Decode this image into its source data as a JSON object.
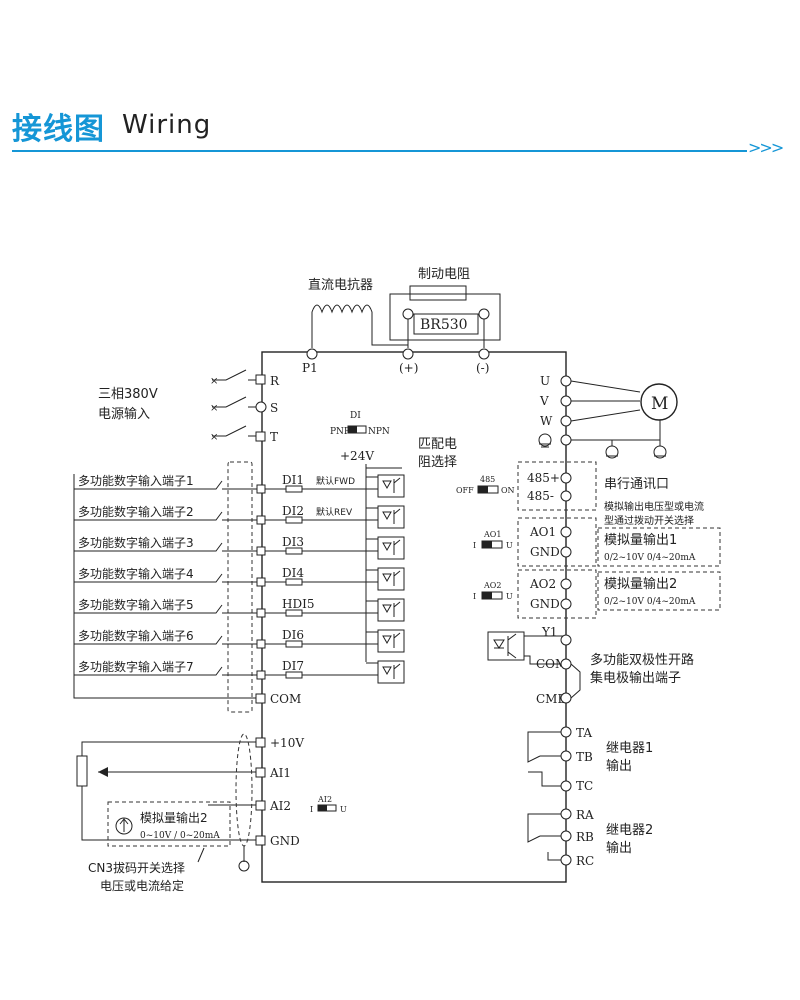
{
  "header": {
    "title_zh": "接线图",
    "title_en": "Wiring",
    "arrows": ">>>",
    "accent_color": "#1596d6"
  },
  "top": {
    "dc_reactor": "直流电抗器",
    "brake_resistor": "制动电阻",
    "brake_model": "BR530",
    "p1": "P1",
    "plus": "(+)",
    "minus": "(-)"
  },
  "power": {
    "line1": "三相380V",
    "line2": "电源输入",
    "R": "R",
    "S": "S",
    "T": "T"
  },
  "outputs": {
    "U": "U",
    "V": "V",
    "W": "W",
    "motor": "M"
  },
  "switches": {
    "di_label": "DI",
    "pnp": "PNP",
    "npn": "NPN",
    "plus24": "+24V",
    "match_resistor_line1": "匹配电",
    "match_resistor_line2": "阻选择",
    "s485": "485",
    "off": "OFF",
    "on": "ON",
    "ao1": "AO1",
    "ao2": "AO2",
    "ai2": "AI2",
    "I": "I",
    "U": "U"
  },
  "inputs": [
    {
      "label": "多功能数字输入端子1",
      "terminal": "DI1",
      "note": "默认FWD"
    },
    {
      "label": "多功能数字输入端子2",
      "terminal": "DI2",
      "note": "默认REV"
    },
    {
      "label": "多功能数字输入端子3",
      "terminal": "DI3",
      "note": ""
    },
    {
      "label": "多功能数字输入端子4",
      "terminal": "DI4",
      "note": ""
    },
    {
      "label": "多功能数字输入端子5",
      "terminal": "HDI5",
      "note": ""
    },
    {
      "label": "多功能数字输入端子6",
      "terminal": "DI6",
      "note": ""
    },
    {
      "label": "多功能数字输入端子7",
      "terminal": "DI7",
      "note": ""
    }
  ],
  "left_terminals": {
    "com": "COM",
    "p10v": "+10V",
    "ai1": "AI1",
    "ai2": "AI2",
    "gnd": "GND"
  },
  "analog_box": {
    "title": "模拟量输出2",
    "range": "0~10V / 0~20mA",
    "cn3_line1": "CN3拔码开关选择",
    "cn3_line2": "电压或电流给定"
  },
  "right": {
    "t485p": "485+",
    "t485m": "485-",
    "serial": "串行通讯口",
    "ao_note_line1": "模拟输出电压型或电流",
    "ao_note_line2": "型通过拨动开关选择",
    "ao1": "AO1",
    "gnd1": "GND",
    "ao1_title": "模拟量输出1",
    "ao1_range": "0/2~10V 0/4~20mA",
    "ao2": "AO2",
    "gnd2": "GND",
    "ao2_title": "模拟量输出2",
    "ao2_range": "0/2~10V 0/4~20mA",
    "y1": "Y1",
    "com": "COM",
    "cme": "CME",
    "oc_line1": "多功能双极性开路",
    "oc_line2": "集电极输出端子",
    "ta": "TA",
    "tb": "TB",
    "tc": "TC",
    "relay1_line1": "继电器1",
    "relay1_line2": "输出",
    "ra": "RA",
    "rb": "RB",
    "rc": "RC",
    "relay2_line1": "继电器2",
    "relay2_line2": "输出"
  }
}
